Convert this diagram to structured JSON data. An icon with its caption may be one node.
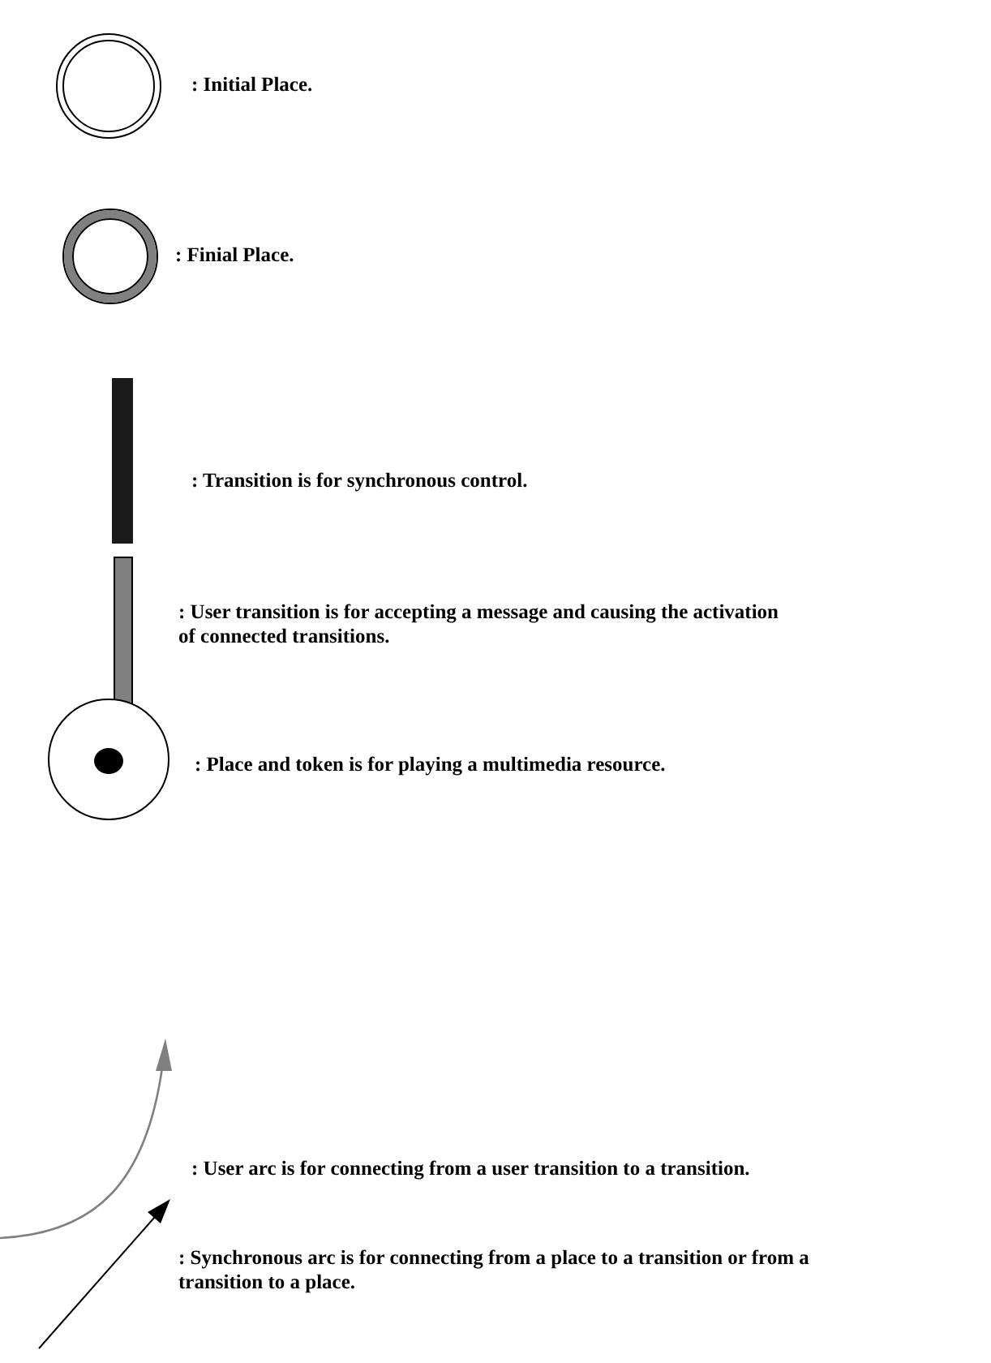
{
  "diagram": {
    "legend": [
      {
        "text": ": Initial Place."
      },
      {
        "text": ": Finial Place."
      },
      {
        "text": ": Transition is for synchronous control."
      },
      {
        "text": ": User transition is for accepting a message and causing the activation of connected transitions."
      },
      {
        "text": ": Place and token is for playing a multimedia resource."
      },
      {
        "text": ": User arc is for connecting from a user transition to a transition."
      },
      {
        "text": ": Synchronous arc is for connecting from a place to a transition or from a transition to a place."
      }
    ]
  }
}
